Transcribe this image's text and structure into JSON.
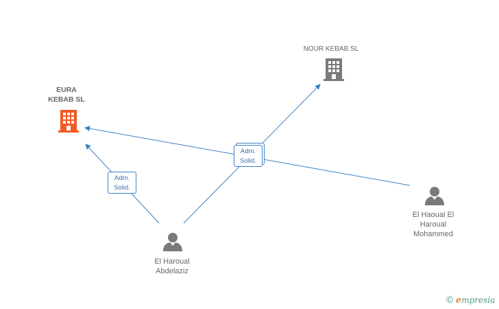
{
  "companies": [
    {
      "id": "eura",
      "name_lines": [
        "EURA",
        "KEBAB SL"
      ],
      "color": "#f15a24"
    },
    {
      "id": "nour",
      "name_lines": [
        "NOUR KEBAB SL"
      ],
      "color": "#7a7a7a"
    }
  ],
  "people": [
    {
      "id": "abdelaziz",
      "name_lines": [
        "El Haroual",
        "Abdelaziz"
      ]
    },
    {
      "id": "mohammed",
      "name_lines": [
        "El Haoual El",
        "Haroual",
        "Mohammed"
      ]
    }
  ],
  "relations": [
    {
      "id": "rel-left",
      "label_lines": [
        "Adm.",
        "Solid."
      ]
    },
    {
      "id": "rel-center",
      "label_lines": [
        "Adm.",
        "Solid."
      ]
    }
  ],
  "footer": {
    "copyright": "©",
    "brand_initial": "e",
    "brand_rest": "mpresia"
  },
  "colors": {
    "edge": "#3b7fc4",
    "person": "#7a7a7a"
  }
}
